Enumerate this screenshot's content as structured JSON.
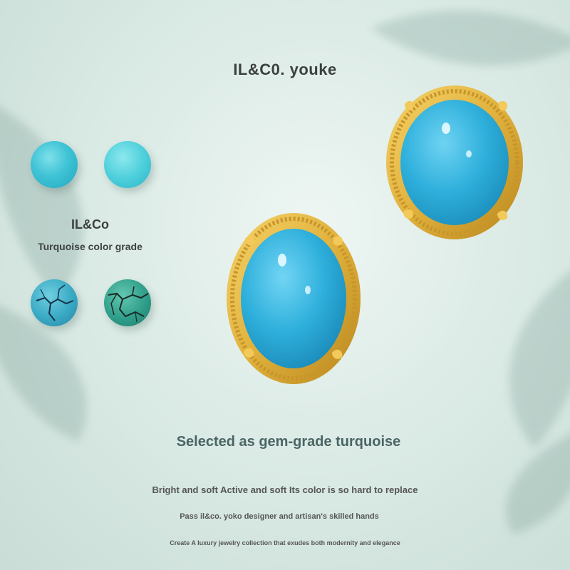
{
  "header": {
    "title": "IL&C0. youke"
  },
  "grade": {
    "brand": "IL&Co",
    "label": "Turquoise color grade",
    "swatches": [
      {
        "name": "swatch-bright-blue",
        "color": "#3fc3d5"
      },
      {
        "name": "swatch-light-blue",
        "color": "#4fd0dc"
      },
      {
        "name": "swatch-matrix-blue",
        "color": "#39a9c4"
      },
      {
        "name": "swatch-matrix-green",
        "color": "#2f9e8a"
      }
    ]
  },
  "product": {
    "stone_color": "#2fb0dc",
    "metal_color": "#e0b13c"
  },
  "copy": {
    "headline": "Selected as gem-grade turquoise",
    "line1": "Bright and soft Active and soft Its color is so hard to replace",
    "line2": "Pass il&co. yoko designer and artisan's skilled hands",
    "line3": "Create A luxury jewelry collection that exudes both modernity and elegance"
  }
}
